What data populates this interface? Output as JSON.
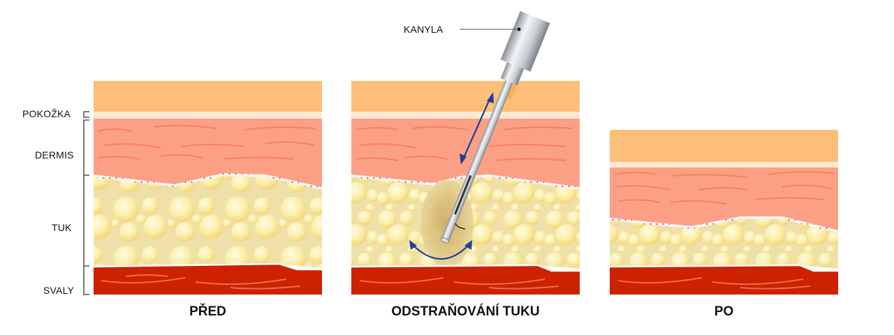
{
  "layer_labels": {
    "epidermis": "POKOŽKA",
    "dermis": "DERMIS",
    "fat": "TUK",
    "muscle": "SVALY"
  },
  "instrument_label": "KANYLA",
  "panels": [
    {
      "id": "before",
      "caption": "PŘED"
    },
    {
      "id": "procedure",
      "caption": "ODSTRAŇOVÁNÍ TUKU"
    },
    {
      "id": "after",
      "caption": "PO"
    }
  ],
  "colors": {
    "epidermis": "#FDBF77",
    "epidermis_base": "#FDE8D2",
    "dermis": "#FCA085",
    "dermis_fibers": "#F47A5A",
    "fat_bg": "#EFDFA8",
    "fat_cell": "#FCEFA8",
    "muscle": "#CC2200",
    "muscle_fibers": "#F06A50",
    "arrow": "#1F3E9A"
  }
}
